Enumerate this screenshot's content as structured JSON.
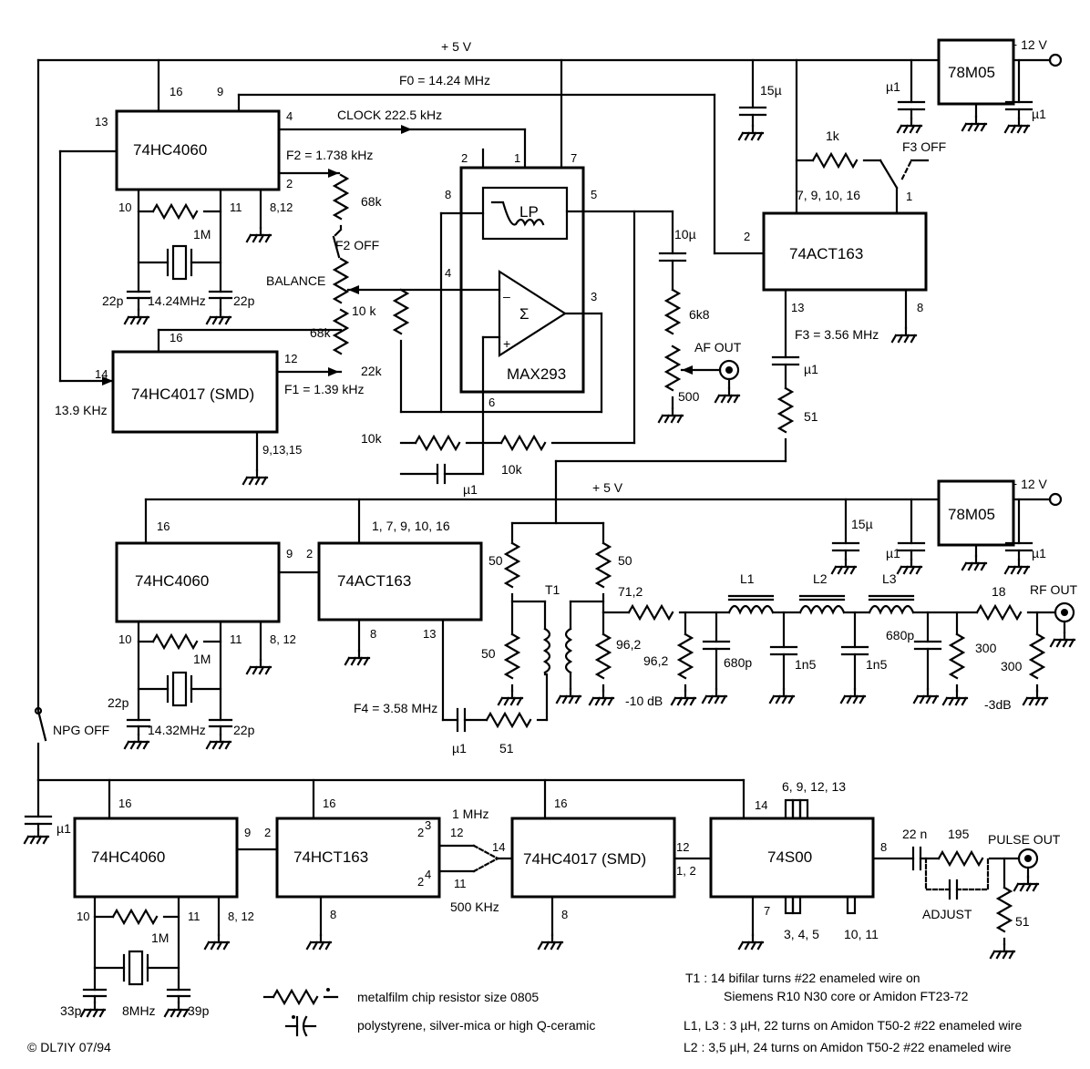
{
  "rails": {
    "v5_top": "+ 5 V",
    "v12_top": "+ 12 V",
    "v5_mid": "+ 5 V",
    "v12_mid": "+ 12 V"
  },
  "top": {
    "f0": "F0 = 14.24 MHz",
    "clock": "CLOCK  222.5 kHz",
    "f2": "F2 = 1.738 kHz",
    "f2off": "F2 OFF",
    "balance": "BALANCE",
    "f1": "F1 = 1.39 kHz",
    "f13_9": "13.9 KHz",
    "xtal1": "14.24MHz",
    "res_68k_a": "68k",
    "res_68k_b": "68k",
    "res_10k": "10 k",
    "res_22k": "22k",
    "res_1M": "1M",
    "cap_22p_a": "22p",
    "cap_22p_b": "22p",
    "ic1": "74HC4060",
    "ic2": "74HC4017 (SMD)",
    "ic3": "MAX293",
    "lp": "LP",
    "sigma": "Σ",
    "ic4": "74ACT163",
    "reg1": "78M05",
    "cap_15u": "15µ",
    "cap_u1_a": "µ1",
    "cap_u1_b": "µ1",
    "res_1k": "1k",
    "f3off": "F3 OFF",
    "pins_163": "7, 9, 10, 16",
    "f3": "F3 = 3.56 MHz",
    "cap_10u": "10µ",
    "res_6k8": "6k8",
    "af_out": "AF OUT",
    "pot_500": "500",
    "res_10k_a": "10k",
    "res_10k_b": "10k",
    "cap_u1_c": "µ1",
    "cap_u1_d": "µ1",
    "res_51": "51",
    "pin_16a": "16",
    "pin_9a": "9",
    "pin_13a": "13",
    "pin_4a": "4",
    "pin_2a": "2",
    "pin_10a": "10",
    "pin_11a": "11",
    "pin_812a": "8,12",
    "pin_16b": "16",
    "pin_14b": "14",
    "pin_12b": "12",
    "pin_91315": "9,13,15",
    "pin_m2": "2",
    "pin_m1": "1",
    "pin_m7": "7",
    "pin_m8": "8",
    "pin_m5": "5",
    "pin_m4": "4",
    "pin_m3": "3",
    "pin_m6": "6",
    "pin_c2": "2",
    "pin_c13": "13",
    "pin_c8": "8",
    "pin_c1": "1"
  },
  "mid": {
    "ic5": "74HC4060",
    "ic6": "74ACT163",
    "reg2": "78M05",
    "pins_163b": "1, 7, 9, 10, 16",
    "xtal2": "14.32MHz",
    "res_1M": "1M",
    "cap_22p_a": "22p",
    "cap_22p_b": "22p",
    "f4": "F4 = 3.58 MHz",
    "cap_u1": "µ1",
    "res_51": "51",
    "r50a": "50",
    "r50b": "50",
    "r50c": "50",
    "t1": "T1",
    "r71": "71,2",
    "r96a": "96,2",
    "r96b": "96,2",
    "db10": "-10 dB",
    "l1": "L1",
    "l2": "L2",
    "l3": "L3",
    "c680a": "680p",
    "c1n5a": "1n5",
    "c1n5b": "1n5",
    "c680b": "680p",
    "r18": "18",
    "r300a": "300",
    "r300b": "300",
    "db3": "-3dB",
    "rf_out": "RF OUT",
    "cap_15u": "15µ",
    "cap_u1_a": "µ1",
    "cap_u1_b": "µ1",
    "pin_16": "16",
    "pin_9": "9",
    "pin_2": "2",
    "pin_10": "10",
    "pin_11": "11",
    "pin_812": "8, 12",
    "pin_8": "8",
    "pin_13": "13"
  },
  "bot": {
    "npg": "NPG OFF",
    "cap_u1": "µ1",
    "ic7": "74HC4060",
    "ic8": "74HCT163",
    "ic9": "74HC4017  (SMD)",
    "ic10": "74S00",
    "f1mhz": "1 MHz",
    "f500": "500 KHz",
    "xtal3": "8MHz",
    "res_1M": "1M",
    "cap_33p": "33p",
    "cap_39p": "39p",
    "pins_and": "6, 9, 12, 13",
    "pins_345": "3, 4, 5",
    "pins_1011": "10, 11",
    "cap_22n": "22 n",
    "res_195": "195",
    "pulse_out": "PULSE OUT",
    "adjust": "ADJUST",
    "res_51": "51",
    "pin_16a": "16",
    "pin_9": "9",
    "pin_2": "2",
    "pin_16b": "16",
    "pin_23": "2",
    "pin_23s": "3",
    "pin_24": "2",
    "pin_24s": "4",
    "pin_12": "12",
    "pin_11": "11",
    "pin_14": "14",
    "pin_16c": "16",
    "pin_12b": "12",
    "pin_12c": "1, 2",
    "pin_14b": "14",
    "pin_8": "8",
    "pin_10": "10",
    "pin_11b": "11",
    "pin_812": "8, 12",
    "pin_8b": "8",
    "pin_8c": "8",
    "pin_7": "7"
  },
  "legend": {
    "resistor": "metalfilm chip resistor size 0805",
    "capacitor": "polystyrene, silver-mica or high Q-ceramic",
    "t1_a": "T1 :    14 bifilar turns #22 enameled wire on",
    "t1_b": "Siemens R10 N30 core or Amidon FT23-72",
    "l13": "L1, L3 :  3 µH, 22 turns on Amidon T50-2 #22 enameled wire",
    "l2": "L2 :      3,5 µH, 24 turns on Amidon T50-2 #22 enameled wire",
    "copyright": "© DL7IY  07/94"
  }
}
